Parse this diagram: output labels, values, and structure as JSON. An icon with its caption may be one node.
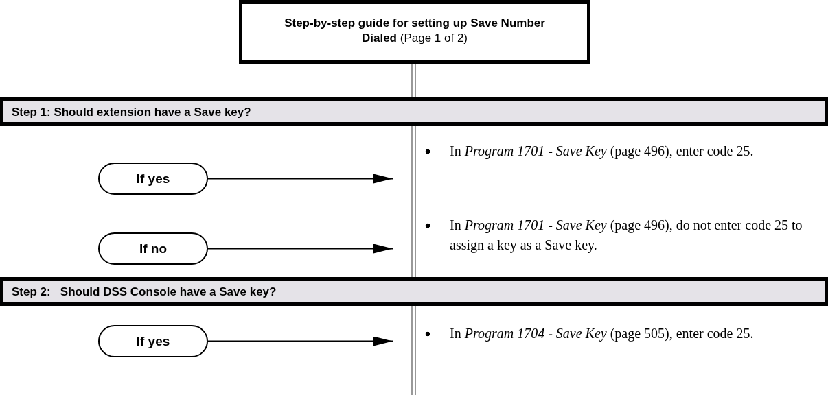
{
  "diagram": {
    "nodes": [
      {
        "text": [
          "**Step-by-step guide for setting up Save Number Dialed** (Page 1 of 2)"
        ]
      },
      {
        "text": [
          "Step 1: Should extension have a Save key?"
        ]
      },
      {
        "text": [
          "If yes"
        ]
      },
      {
        "text": [
          "In *Program 1701 - Save Key* (page 496), enter code 25."
        ]
      },
      {
        "text": [
          "If no"
        ]
      },
      {
        "text": [
          "In *Program 1701 - Save Key* (page 496), do not enter code 25 to assign a key as a Save key."
        ]
      },
      {
        "text": [
          "Step 2:   Should DSS Console have a Save key?"
        ]
      },
      {
        "text": [
          "If yes"
        ]
      },
      {
        "text": [
          "In *Program 1704 - Save Key* (page 505), enter code 25."
        ]
      }
    ],
    "edges": [
      {
        "from": 0,
        "to": 1,
        "arrow": "none"
      },
      {
        "from": 2,
        "to": 3,
        "arrow": "to"
      },
      {
        "from": 4,
        "to": 5,
        "arrow": "to"
      },
      {
        "from": 7,
        "to": 8,
        "arrow": "to"
      }
    ]
  }
}
